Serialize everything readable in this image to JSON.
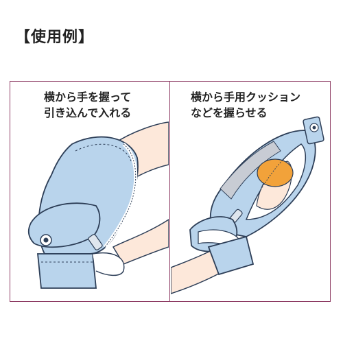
{
  "heading": "【使用例】",
  "panels": [
    {
      "line1": "横から手を握って",
      "line2": "引き込んで入れる"
    },
    {
      "line1": "横から手用クッション",
      "line2": "などを握らせる"
    }
  ],
  "colors": {
    "frame": "#8e3b63",
    "mitten": "#b9d4ec",
    "outline": "#2d3e57",
    "skin": "#fde8da",
    "cushion": "#f2a23a"
  }
}
